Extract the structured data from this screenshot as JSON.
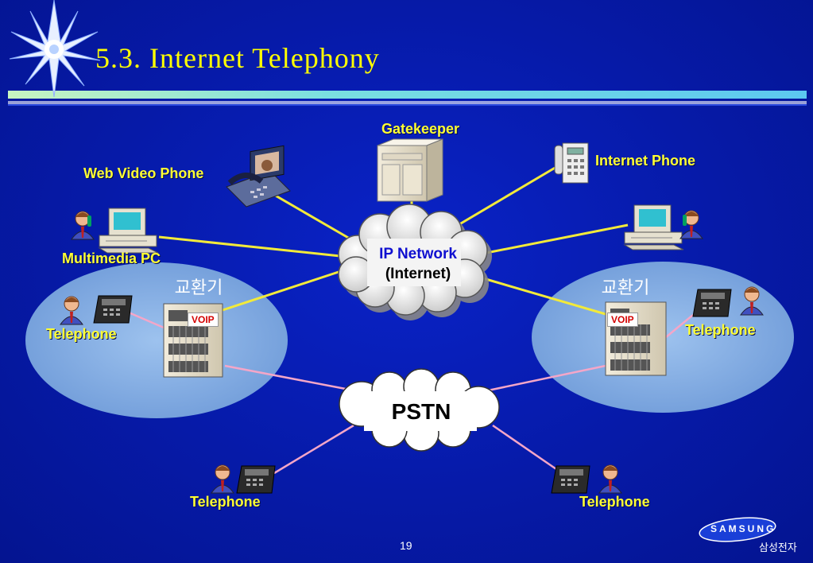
{
  "slide": {
    "title": "5.3. Internet Telephony",
    "page_number": "19",
    "brand": {
      "name": "SAMSUNG",
      "korean": "삼성전자"
    }
  },
  "diagram": {
    "ip_network": {
      "line1": "IP Network",
      "line2": "(Internet)"
    },
    "pstn": "PSTN",
    "gatekeeper": "Gatekeeper",
    "web_video_phone": "Web Video Phone",
    "internet_phone": "Internet Phone",
    "multimedia_pc": "Multimedia PC",
    "exchange_left": "교환기",
    "exchange_right": "교환기",
    "voip_left": "VOIP",
    "voip_right": "VOIP",
    "telephone_left": "Telephone",
    "telephone_right": "Telephone",
    "telephone_bottom_left": "Telephone",
    "telephone_bottom_right": "Telephone"
  },
  "colors": {
    "background": "#061aa8",
    "title": "#ffff00",
    "label": "#ffff33",
    "ip_link": "#f2ea3a",
    "pstn_link": "#f4a6c8",
    "ip_network_text": "#1010d0"
  }
}
